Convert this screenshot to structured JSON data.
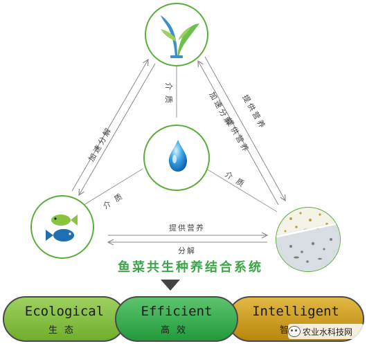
{
  "labels": {
    "top_left_arrow": "加速分解",
    "top_vertical_mid": "介质",
    "top_right_inner": "加速分解",
    "top_right_inner2": "提供营养",
    "top_right_outer": "提供营养",
    "left_mid": "介质",
    "right_mid": "介质",
    "bottom_top": "提供营养",
    "bottom_bottom": "分解"
  },
  "system_title": "鱼菜共生种养结合系统",
  "pills": [
    {
      "en": "Ecological",
      "zh": "生态"
    },
    {
      "en": "Efficient",
      "zh": "高效"
    },
    {
      "en": "Intelligent",
      "zh": "智能"
    }
  ],
  "watermark": "农业水科技网",
  "colors": {
    "node_border": "#5aad3a",
    "arrow": "#888888",
    "title_green": "#3aa648",
    "eco": "#7fbf3a",
    "eff": "#2aa043",
    "int": "#d6a52a"
  }
}
